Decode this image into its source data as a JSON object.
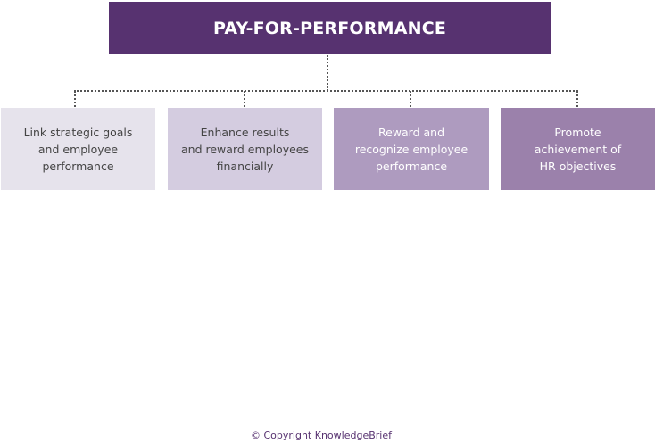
{
  "title": "PAY-FOR-PERFORMANCE",
  "boxes": [
    {
      "text": "Link strategic goals\nand employee\nperformance",
      "color": "#e6e3ec",
      "text_color": "#444444"
    },
    {
      "text": "Enhance results\nand reward employees\nfinancially",
      "color": "#d4cce0",
      "text_color": "#444444"
    },
    {
      "text": "Reward and\nrecognize employee\nperformance",
      "color": "#ae9bbf",
      "text_color": "#ffffff"
    },
    {
      "text": "Promote\nachievement of\nHR objectives",
      "color": "#9b81ab",
      "text_color": "#ffffff"
    }
  ],
  "copyright": "© Copyright KnowledgeBrief"
}
